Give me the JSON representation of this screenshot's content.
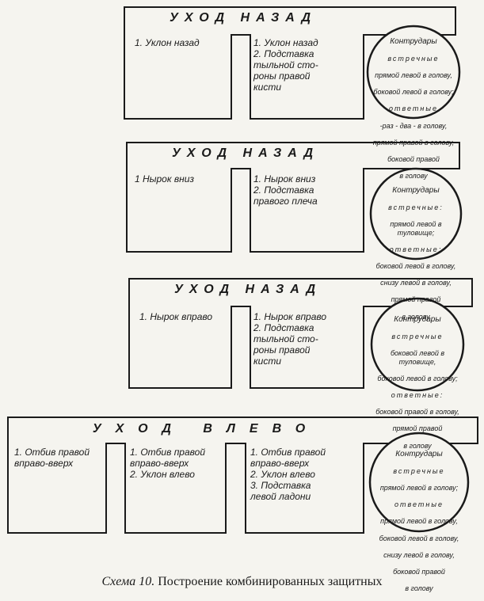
{
  "blocks": [
    {
      "title": "УХОД НАЗАД",
      "left": "1. Уклон назад",
      "middle": "1. Уклон назад\n2. Подставка\n    тыльной сто-\n    роны правой\n    кисти",
      "circle": [
        "Контрудары",
        "встречные",
        "прямой левой в голову,",
        "боковой левой в голову;",
        "ответные",
        "-раз - два - в голову,",
        "прямой правой в голову,",
        "боковой правой",
        "в голову"
      ]
    },
    {
      "title": "УХОД НАЗАД",
      "left": "1  Нырок вниз",
      "middle": "1. Нырок вниз\n2. Подставка\n    правого плеча",
      "circle": [
        "Контрудары",
        "встречные:",
        "прямой левой в туловище;",
        "ответные:",
        "боковой левой в голову,",
        "снизу левой в голову,",
        "прямой правой",
        "в голову"
      ]
    },
    {
      "title": "УХОД НАЗАД",
      "left": "1. Нырок вправо",
      "middle": "1. Нырок вправо\n2. Подставка\n    тыльной сто-\n    роны правой\n    кисти",
      "circle": [
        "Контрудары",
        "встречные",
        "боковой левой в туловище,",
        "боковой левой в голову;",
        "ответные:",
        "боковой правой в голову,",
        "прямой правой",
        "в голову"
      ]
    },
    {
      "title": "УХОД ВЛЕВО",
      "left": "1. Отбив правой\n    вправо-вверх",
      "middle": "1. Отбив правой\n    вправо-вверх\n2. Уклон влево",
      "right": "1. Отбив правой\n    вправо-вверх\n2. Уклон влево\n3. Подставка\n    левой ладони",
      "circle": [
        "Контрудары",
        "встречные",
        "прямой левой в голову;",
        "ответные",
        "прямой левой в голову,",
        "боковой левой в голову,",
        "снизу левой в голову,",
        "боковой правой",
        "в голову"
      ]
    }
  ],
  "caption": {
    "label": "Схема 10.",
    "text": "Построение комбинированных защитных"
  }
}
